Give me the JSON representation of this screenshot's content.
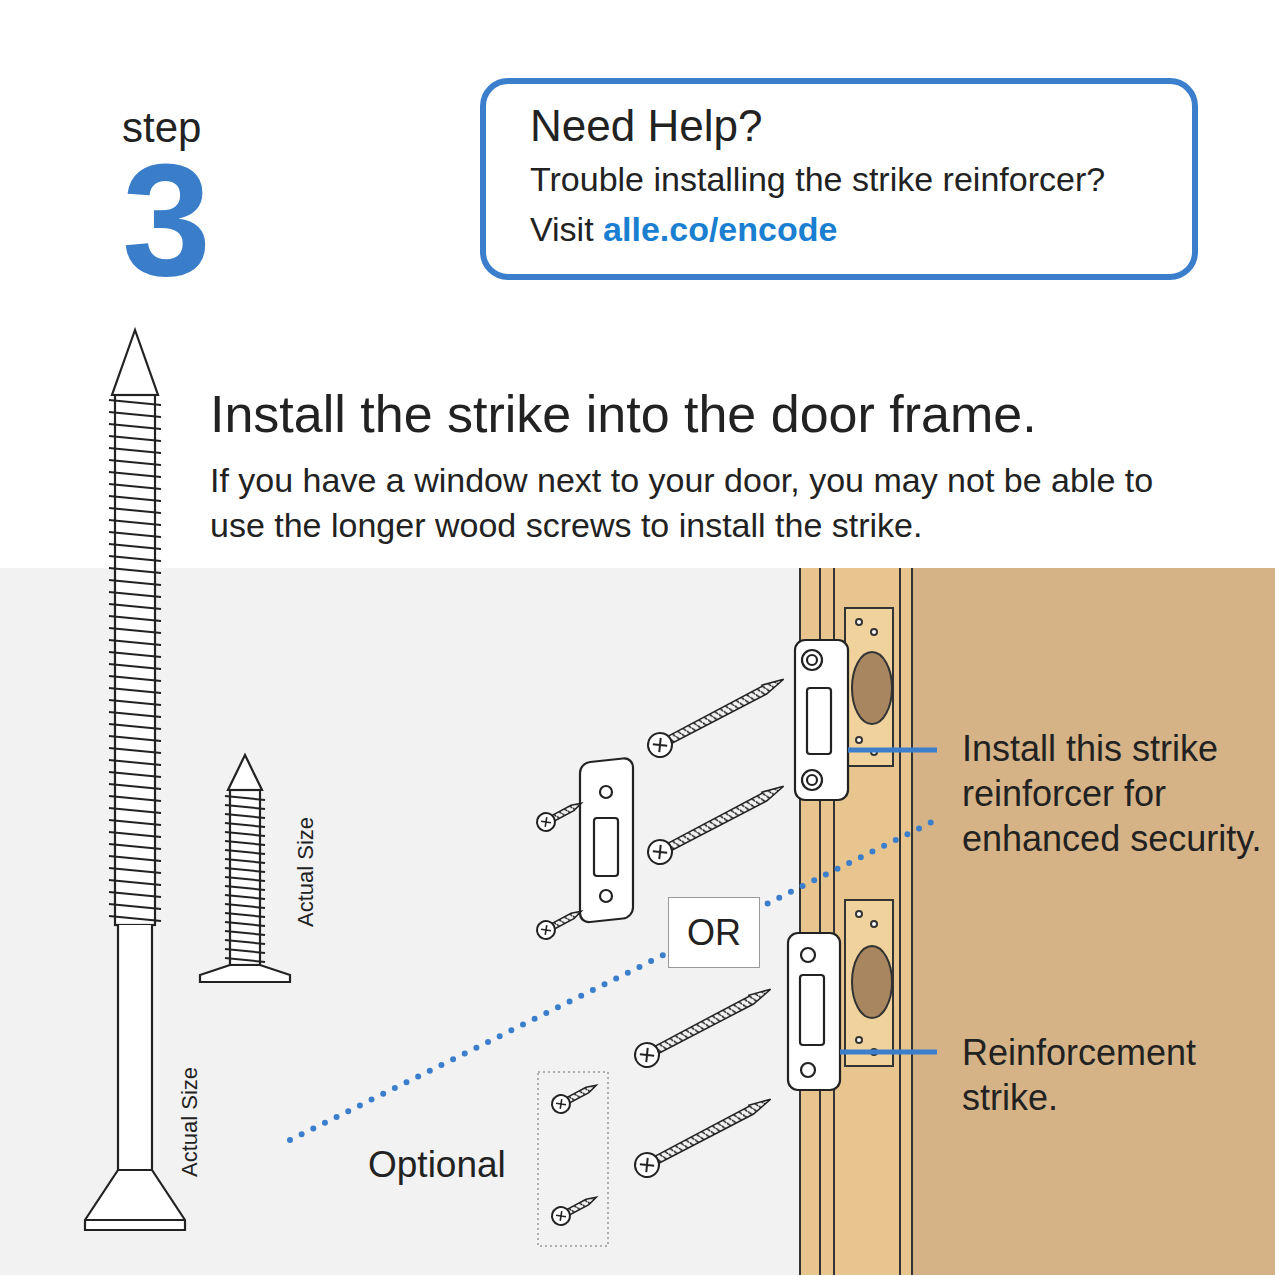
{
  "diagram": {
    "title": "Install the strike into the door frame.",
    "nodes": [
      {
        "text": [
          "Need Help?",
          "Trouble installing the strike reinforcer?",
          "Visit",
          "alle.co/encode"
        ]
      },
      {
        "text": [
          "OR"
        ]
      }
    ],
    "labels": [
      "step",
      "3",
      "If you have a window next to your door, you may not be able to use the longer wood screws to install the strike.",
      "Actual Size",
      "Actual Size",
      "Optional",
      "Install this strike reinforcer for enhanced security.",
      "Reinforcement strike."
    ]
  }
}
